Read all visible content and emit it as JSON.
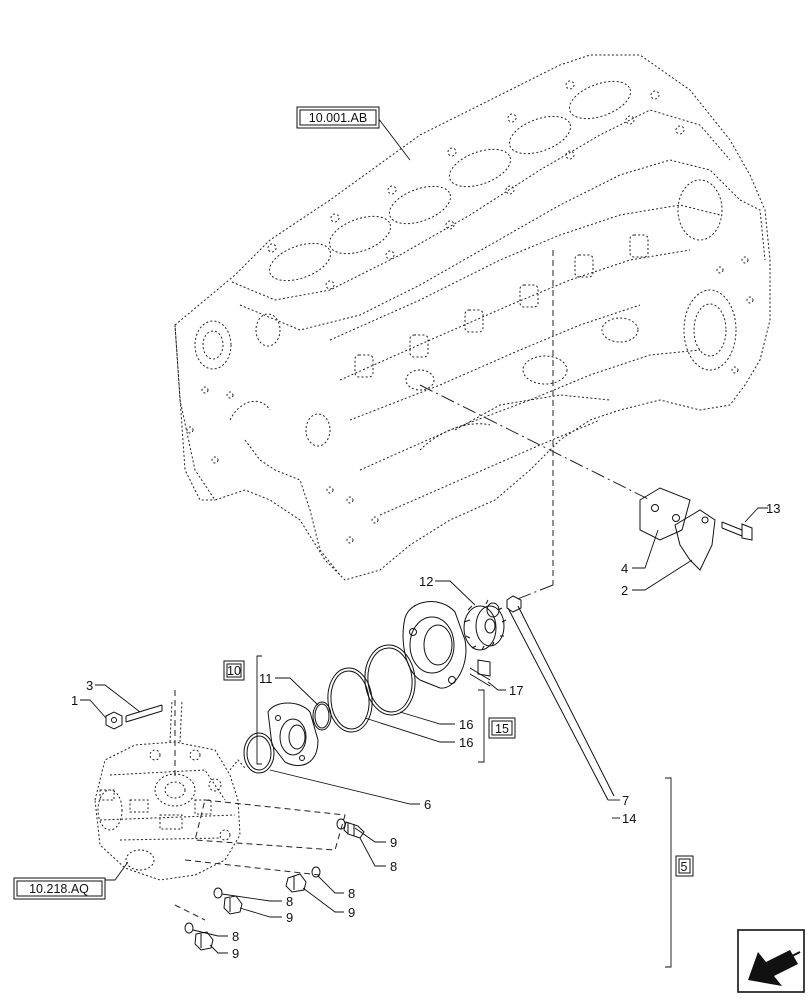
{
  "references": {
    "engine_block": "10.001.AB",
    "fuel_pump": "10.218.AQ",
    "kit_10": "10",
    "kit_15": "15",
    "kit_5": "5"
  },
  "callouts": {
    "c1": "1",
    "c2": "2",
    "c3": "3",
    "c4": "4",
    "c6": "6",
    "c7": "7",
    "c8a": "8",
    "c8b": "8",
    "c8c": "8",
    "c8d": "8",
    "c9a": "9",
    "c9b": "9",
    "c9c": "9",
    "c9d": "9",
    "c11": "11",
    "c12": "12",
    "c13": "13",
    "c14": "14",
    "c16a": "16",
    "c16b": "16",
    "c17": "17"
  },
  "icons": {
    "nav": "arrow-navigation-icon"
  }
}
